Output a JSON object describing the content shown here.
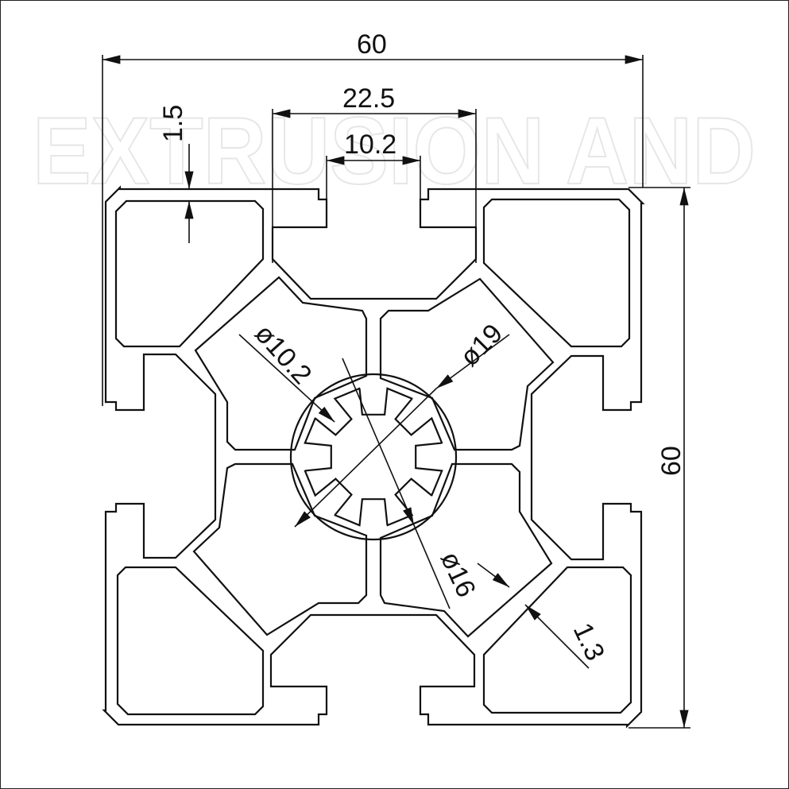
{
  "watermark": "EXTRUSION AND",
  "colors": {
    "line": "#111111",
    "watermark": "#e6e6e6",
    "background": "#ffffff"
  },
  "dimensions": {
    "overall_width": "60",
    "overall_height": "60",
    "slot_width": "22.5",
    "slot_opening": "10.2",
    "wall_thickness_top": "1.5",
    "center_hole": "ø10.2",
    "hub_outer": "ø19",
    "hub_inner": "ø16",
    "web_thickness": "1.3"
  }
}
